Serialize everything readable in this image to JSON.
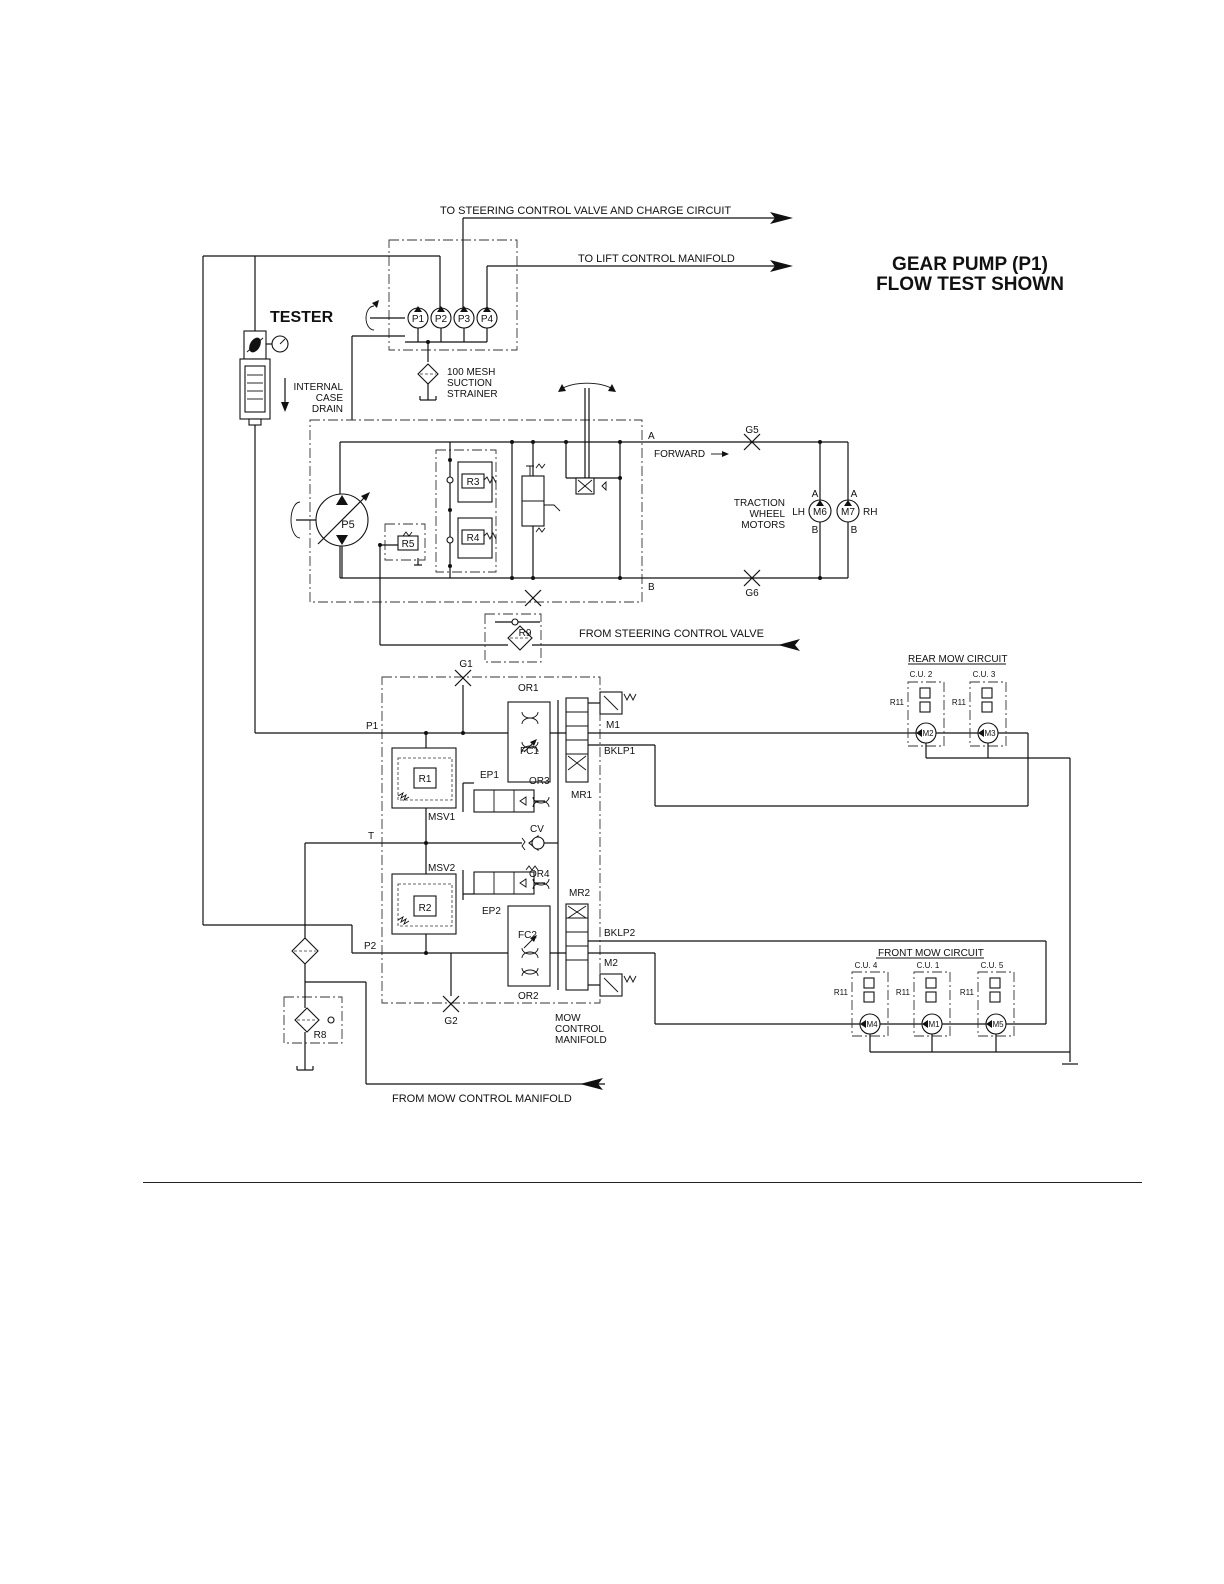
{
  "title": {
    "line1": "GEAR PUMP (P1)",
    "line2": "FLOW TEST SHOWN"
  },
  "tester": {
    "label": "TESTER",
    "case_drain": [
      "INTERNAL",
      "CASE",
      "DRAIN"
    ]
  },
  "flow_labels": {
    "to_steering": "TO STEERING CONTROL VALVE AND CHARGE CIRCUIT",
    "to_lift": "TO LIFT CONTROL MANIFOLD",
    "from_steering": "FROM STEERING CONTROL VALVE",
    "from_mow": "FROM MOW CONTROL MANIFOLD"
  },
  "gear_pumps": [
    "P1",
    "P2",
    "P3",
    "P4"
  ],
  "strainer": [
    "100 MESH",
    "SUCTION",
    "STRAINER"
  ],
  "traction": {
    "pump": "P5",
    "reliefs": [
      "R3",
      "R4",
      "R5"
    ],
    "forward": "FORWARD",
    "port_a": "A",
    "port_b": "B",
    "gauges": [
      "G5",
      "G6"
    ],
    "motors_label": [
      "TRACTION",
      "WHEEL",
      "MOTORS"
    ],
    "lh": "LH",
    "rh": "RH",
    "motor_lh": "M6",
    "motor_rh": "M7"
  },
  "charge_filter": "R9",
  "mow_manifold": {
    "label": [
      "MOW",
      "CONTROL",
      "MANIFOLD"
    ],
    "ports": {
      "p1": "P1",
      "p2": "P2",
      "t": "T",
      "m1": "M1",
      "m2": "M2",
      "bklp1": "BKLP1",
      "bklp2": "BKLP2"
    },
    "gauges": [
      "G1",
      "G2"
    ],
    "orifices": [
      "OR1",
      "OR2",
      "OR3",
      "OR4"
    ],
    "flow_controls": [
      "FC1",
      "FC2"
    ],
    "solenoids": [
      "EP1",
      "EP2"
    ],
    "reliefs": [
      "R1",
      "R2"
    ],
    "valves": [
      "MSV1",
      "MSV2"
    ],
    "motor_reliefs": [
      "MR1",
      "MR2"
    ],
    "check_valve": "CV"
  },
  "rear_mow": {
    "title": "REAR MOW CIRCUIT",
    "units": [
      {
        "cu": "C.U. 2",
        "relief": "R11",
        "motor": "M2"
      },
      {
        "cu": "C.U. 3",
        "relief": "R11",
        "motor": "M3"
      }
    ]
  },
  "front_mow": {
    "title": "FRONT MOW CIRCUIT",
    "units": [
      {
        "cu": "C.U. 4",
        "relief": "R11",
        "motor": "M4"
      },
      {
        "cu": "C.U. 1",
        "relief": "R11",
        "motor": "M1"
      },
      {
        "cu": "C.U. 5",
        "relief": "R11",
        "motor": "M5"
      }
    ]
  },
  "oil_filter": "R8"
}
